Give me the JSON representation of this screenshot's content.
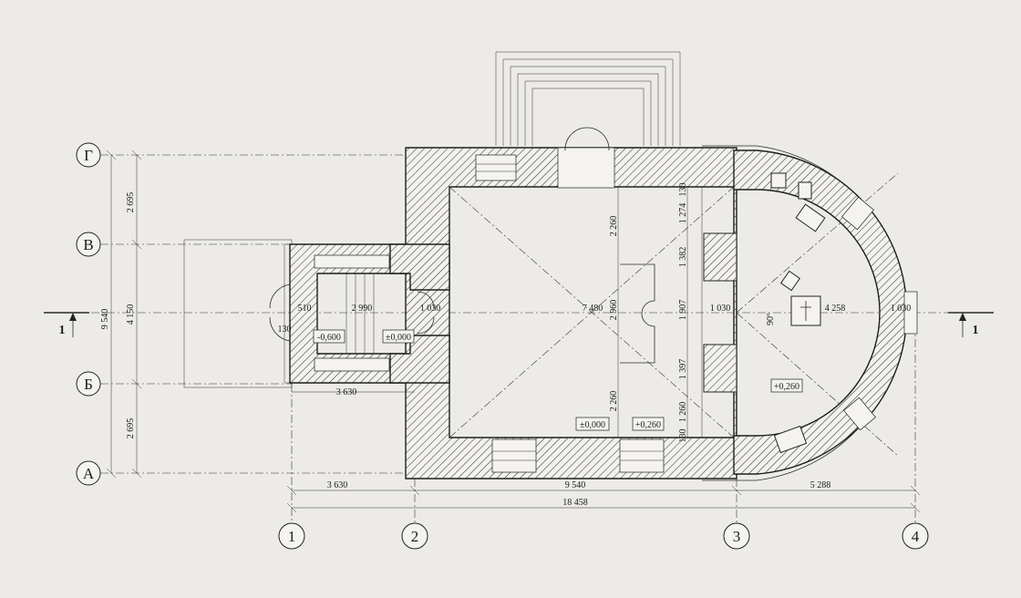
{
  "axes": {
    "letters": [
      "Г",
      "В",
      "Б",
      "А"
    ],
    "numbers": [
      "1",
      "2",
      "3",
      "4"
    ]
  },
  "section_mark": "1",
  "angle_label": "90°",
  "levels": {
    "porch": "-0,600",
    "vestibule": "±0,000",
    "nave": "±0,000",
    "nave_raised": "+0,260",
    "altar": "+0,260"
  },
  "dims": {
    "left_total": "9 540",
    "left_top": "2 695",
    "left_mid": "4 150",
    "left_bottom": "2 695",
    "bottom_1_2": "3 630",
    "bottom_2_3": "9 540",
    "bottom_3_4": "5 288",
    "bottom_total": "18 458",
    "porch_below": "3 630",
    "vest_510": "510",
    "vest_2990": "2 990",
    "vest_1030": "1 030",
    "vest_130": "130",
    "nave_7480": "7 480",
    "nave_2260_top": "2 260",
    "nave_2960": "2 960",
    "nave_2260_bottom": "2 260",
    "col_130_top": "130",
    "col_1274": "1 274",
    "col_1382": "1 382",
    "col_1907": "1 907",
    "col_1397": "1 397",
    "col_1260": "1 260",
    "col_130_bottom": "130",
    "altar_1030": "1 030",
    "altar_4258": "4 258",
    "apse_1030": "1 030"
  }
}
